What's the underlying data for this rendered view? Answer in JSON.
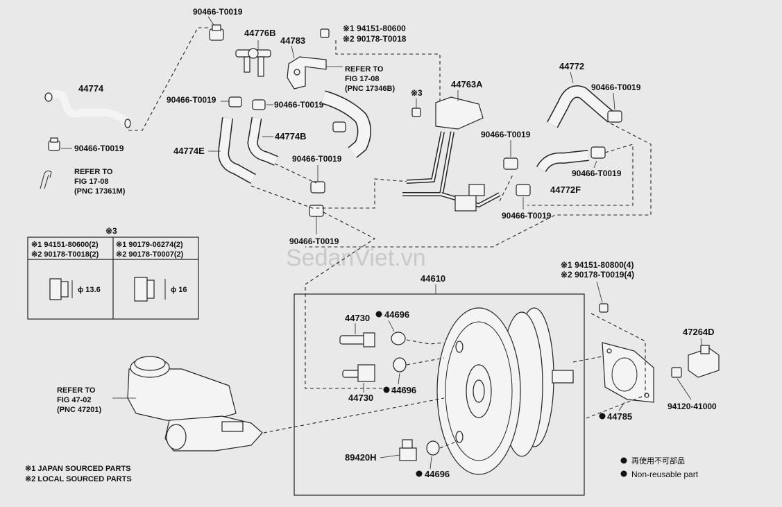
{
  "watermark": "SedanViet.vn",
  "part_numbers": {
    "p_44774": "44774",
    "p_90466_a": "90466-T0019",
    "p_90466_b": "90466-T0019",
    "p_90466_c": "90466-T0019",
    "p_90466_d": "90466-T0019",
    "p_90466_e": "90466-T0019",
    "p_90466_f": "90466-T0019",
    "p_90466_g": "90466-T0019",
    "p_90466_h": "90466-T0019",
    "p_90466_i": "90466-T0019",
    "p_90466_j": "90466-T0019",
    "p_44776B": "44776B",
    "p_44783": "44783",
    "p_nut_1": "※1 94151-80600",
    "p_nut_2": "※2 90178-T0018",
    "p_44774B": "44774B",
    "p_44774E": "44774E",
    "p_44763A": "44763A",
    "p_mark3": "※3",
    "p_44772": "44772",
    "p_44772F": "44772F",
    "p_44610": "44610",
    "p_44730_a": "44730",
    "p_44730_b": "44730",
    "p_44696_a": "44696",
    "p_44696_b": "44696",
    "p_44696_c": "44696",
    "p_89420H": "89420H",
    "p_44785": "44785",
    "p_47264D": "47264D",
    "p_94120": "94120-41000",
    "p_stud_1": "※1  94151-80800(4)",
    "p_stud_2": "※2  90178-T0019(4)"
  },
  "references": {
    "ref_a": [
      "REFER TO",
      "FIG 17-08",
      "(PNC 17346B)"
    ],
    "ref_b": [
      "REFER TO",
      "FIG 17-08",
      "(PNC 17361M)"
    ],
    "ref_c": [
      "REFER TO",
      "FIG 47-02",
      "(PNC 47201)"
    ]
  },
  "table": {
    "title": "※3",
    "left_row1": "※1 94151-80600(2)",
    "left_row2": "※2 90178-T0018(2)",
    "right_row1": "※1 90179-06274(2)",
    "right_row2": "※2 90178-T0007(2)",
    "left_dim": "ϕ 13.6",
    "right_dim": "ϕ 16"
  },
  "notes": {
    "note1": "※1 JAPAN SOURCED PARTS",
    "note2": "※2 LOCAL SOURCED PARTS"
  },
  "legend": {
    "cn": "再使用不可部品",
    "en": "Non-reusable part"
  }
}
